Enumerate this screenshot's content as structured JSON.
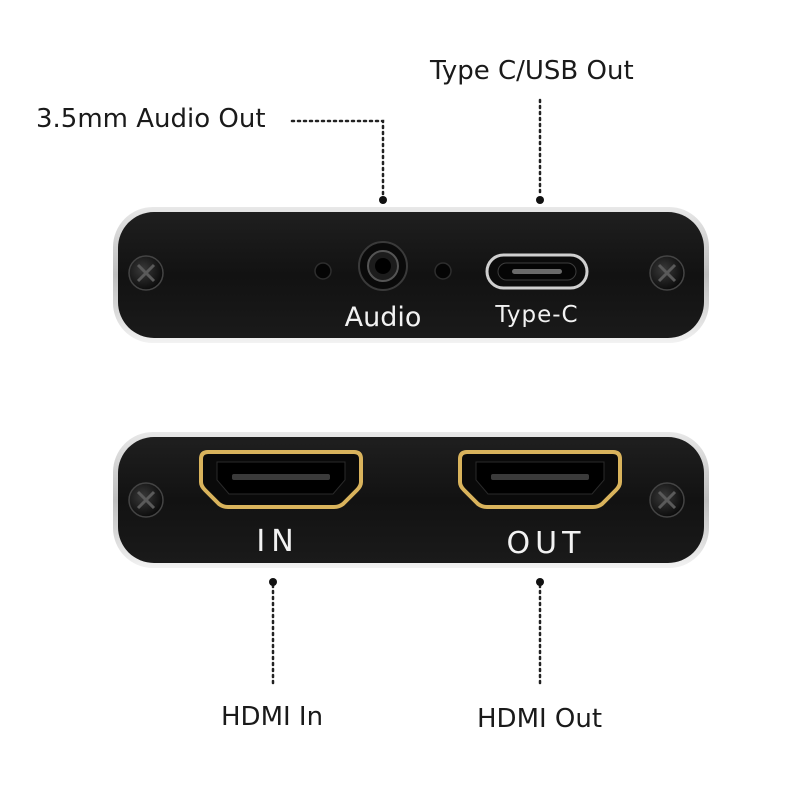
{
  "callouts": {
    "audio_out": "3.5mm Audio Out",
    "type_c_out": "Type C/USB Out",
    "hdmi_in": "HDMI In",
    "hdmi_out": "HDMI Out"
  },
  "top_panel": {
    "audio_label": "Audio",
    "typec_label": "Type-C"
  },
  "bottom_panel": {
    "in_label": "IN",
    "out_label": "OUT"
  },
  "colors": {
    "panel": "#141414",
    "bezel": "#c9c9c9",
    "hdmi_gold": "#d9b35c",
    "label_text": "#f2f2f2"
  }
}
